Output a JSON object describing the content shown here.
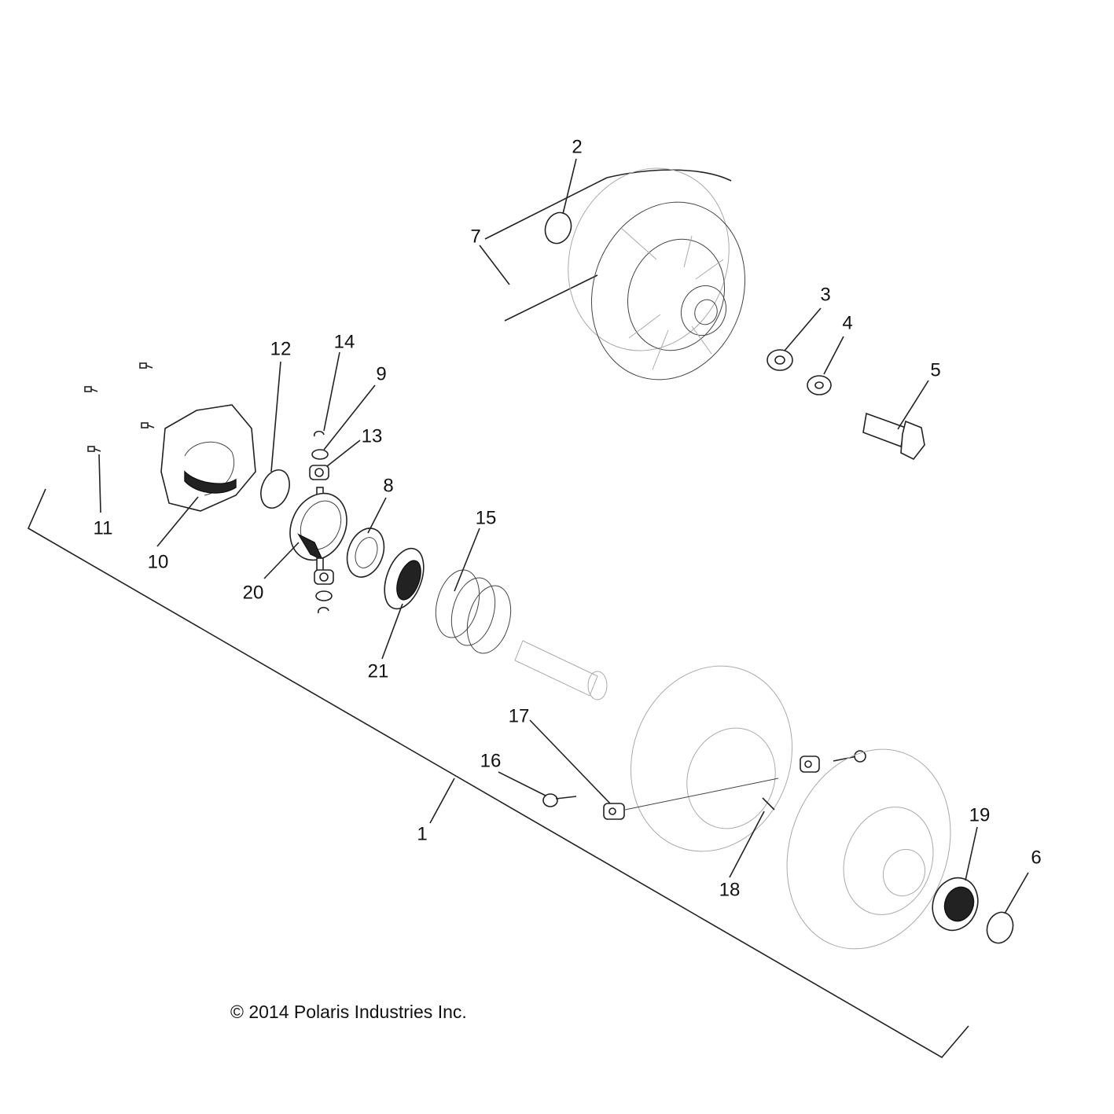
{
  "copyright": "© 2014 Polaris Industries Inc.",
  "callouts": [
    "1",
    "2",
    "3",
    "4",
    "5",
    "6",
    "7",
    "8",
    "9",
    "10",
    "11",
    "12",
    "13",
    "14",
    "15",
    "16",
    "17",
    "18",
    "19",
    "20",
    "21"
  ]
}
